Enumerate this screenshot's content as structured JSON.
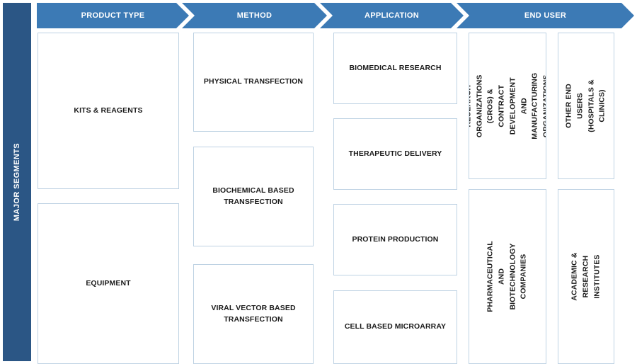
{
  "sidebar": {
    "label": "MAJOR SEGMENTS",
    "color": "#2b5685"
  },
  "header": {
    "accent_color": "#3c7ab5",
    "stages": [
      {
        "label": "PRODUCT TYPE"
      },
      {
        "label": "METHOD"
      },
      {
        "label": "APPLICATION"
      },
      {
        "label": "END USER"
      }
    ]
  },
  "columns": [
    {
      "name": "product-type",
      "items": [
        {
          "label": "KITS & REAGENTS"
        },
        {
          "label": "EQUIPMENT"
        }
      ]
    },
    {
      "name": "method",
      "items": [
        {
          "label": "PHYSICAL TRANSFECTION"
        },
        {
          "label": "BIOCHEMICAL BASED\nTRANSFECTION"
        },
        {
          "label": "VIRAL VECTOR BASED\nTRANSFECTION"
        }
      ]
    },
    {
      "name": "application",
      "items": [
        {
          "label": "BIOMEDICAL RESEARCH"
        },
        {
          "label": "THERAPEUTIC DELIVERY"
        },
        {
          "label": "PROTEIN PRODUCTION"
        },
        {
          "label": "CELL BASED MICROARRAY"
        }
      ]
    },
    {
      "name": "end-user",
      "items": [
        {
          "label": "CONTRACT RESEARCH ORGANIZATIONS\n(CROS) & CONTRACT DEVELOPMENT\nAND MANUFACTURING\nORGANIZATIONS (CDMOS)"
        },
        {
          "label": "OTHER END USERS (HOSPITALS &\nCLINICS)"
        },
        {
          "label": "PHARMACEUTICAL AND BIOTECHNOLOGY\nCOMPANIES"
        },
        {
          "label": "ACADEMIC & RESEARCH INSTITUTES"
        }
      ]
    }
  ],
  "style": {
    "cell_border_color": "#bed2e3",
    "text_color": "#1a1a1a",
    "background": "#ffffff"
  }
}
